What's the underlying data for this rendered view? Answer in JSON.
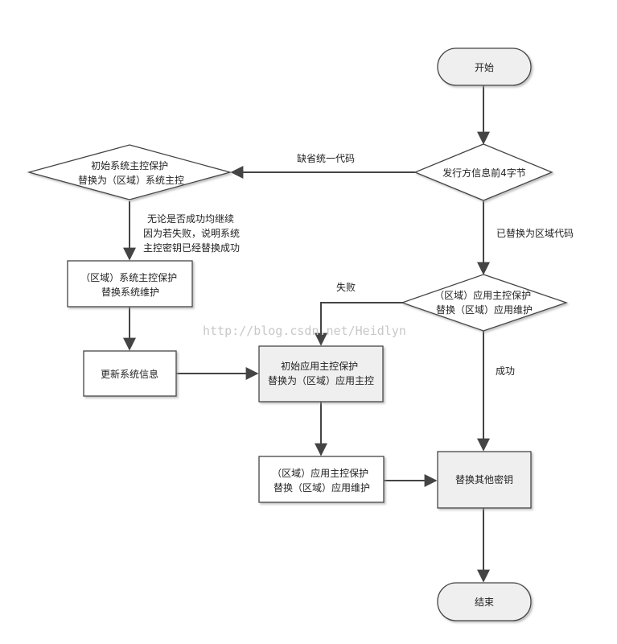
{
  "flowchart": {
    "nodes": {
      "start": {
        "lines": [
          "开始"
        ]
      },
      "issuer_check": {
        "lines": [
          "发行方信息前4字节"
        ]
      },
      "init_sys_replace": {
        "lines": [
          "初始系统主控保护",
          "替换为（区域）系统主控"
        ]
      },
      "region_sys_protect": {
        "lines": [
          "（区域）系统主控保护",
          "替换系统维护"
        ]
      },
      "update_sys_info": {
        "lines": [
          "更新系统信息"
        ]
      },
      "region_app_check": {
        "lines": [
          "（区域）应用主控保护",
          "替换（区域）应用维护"
        ]
      },
      "init_app_replace": {
        "lines": [
          "初始应用主控保护",
          "替换为（区域）应用主控"
        ]
      },
      "region_app_protect": {
        "lines": [
          "（区域）应用主控保护",
          "替换（区域）应用维护"
        ]
      },
      "replace_other_keys": {
        "lines": [
          "替换其他密钥"
        ]
      },
      "end": {
        "lines": [
          "结束"
        ]
      }
    },
    "edges": {
      "default_code": {
        "lines": [
          "缺省统一代码"
        ]
      },
      "continue_note": {
        "lines": [
          "无论是否成功均继续",
          "因为若失败，说明系统",
          "主控密钥已经替换成功"
        ]
      },
      "replaced_region": {
        "lines": [
          "已替换为区域代码"
        ]
      },
      "fail": {
        "lines": [
          "失败"
        ]
      },
      "success": {
        "lines": [
          "成功"
        ]
      }
    }
  },
  "watermark": "http://blog.csdn.net/Heidlyn",
  "colors": {
    "stroke": "#444444",
    "fill_white": "#ffffff",
    "fill_gray": "#efefef",
    "text": "#222222"
  }
}
